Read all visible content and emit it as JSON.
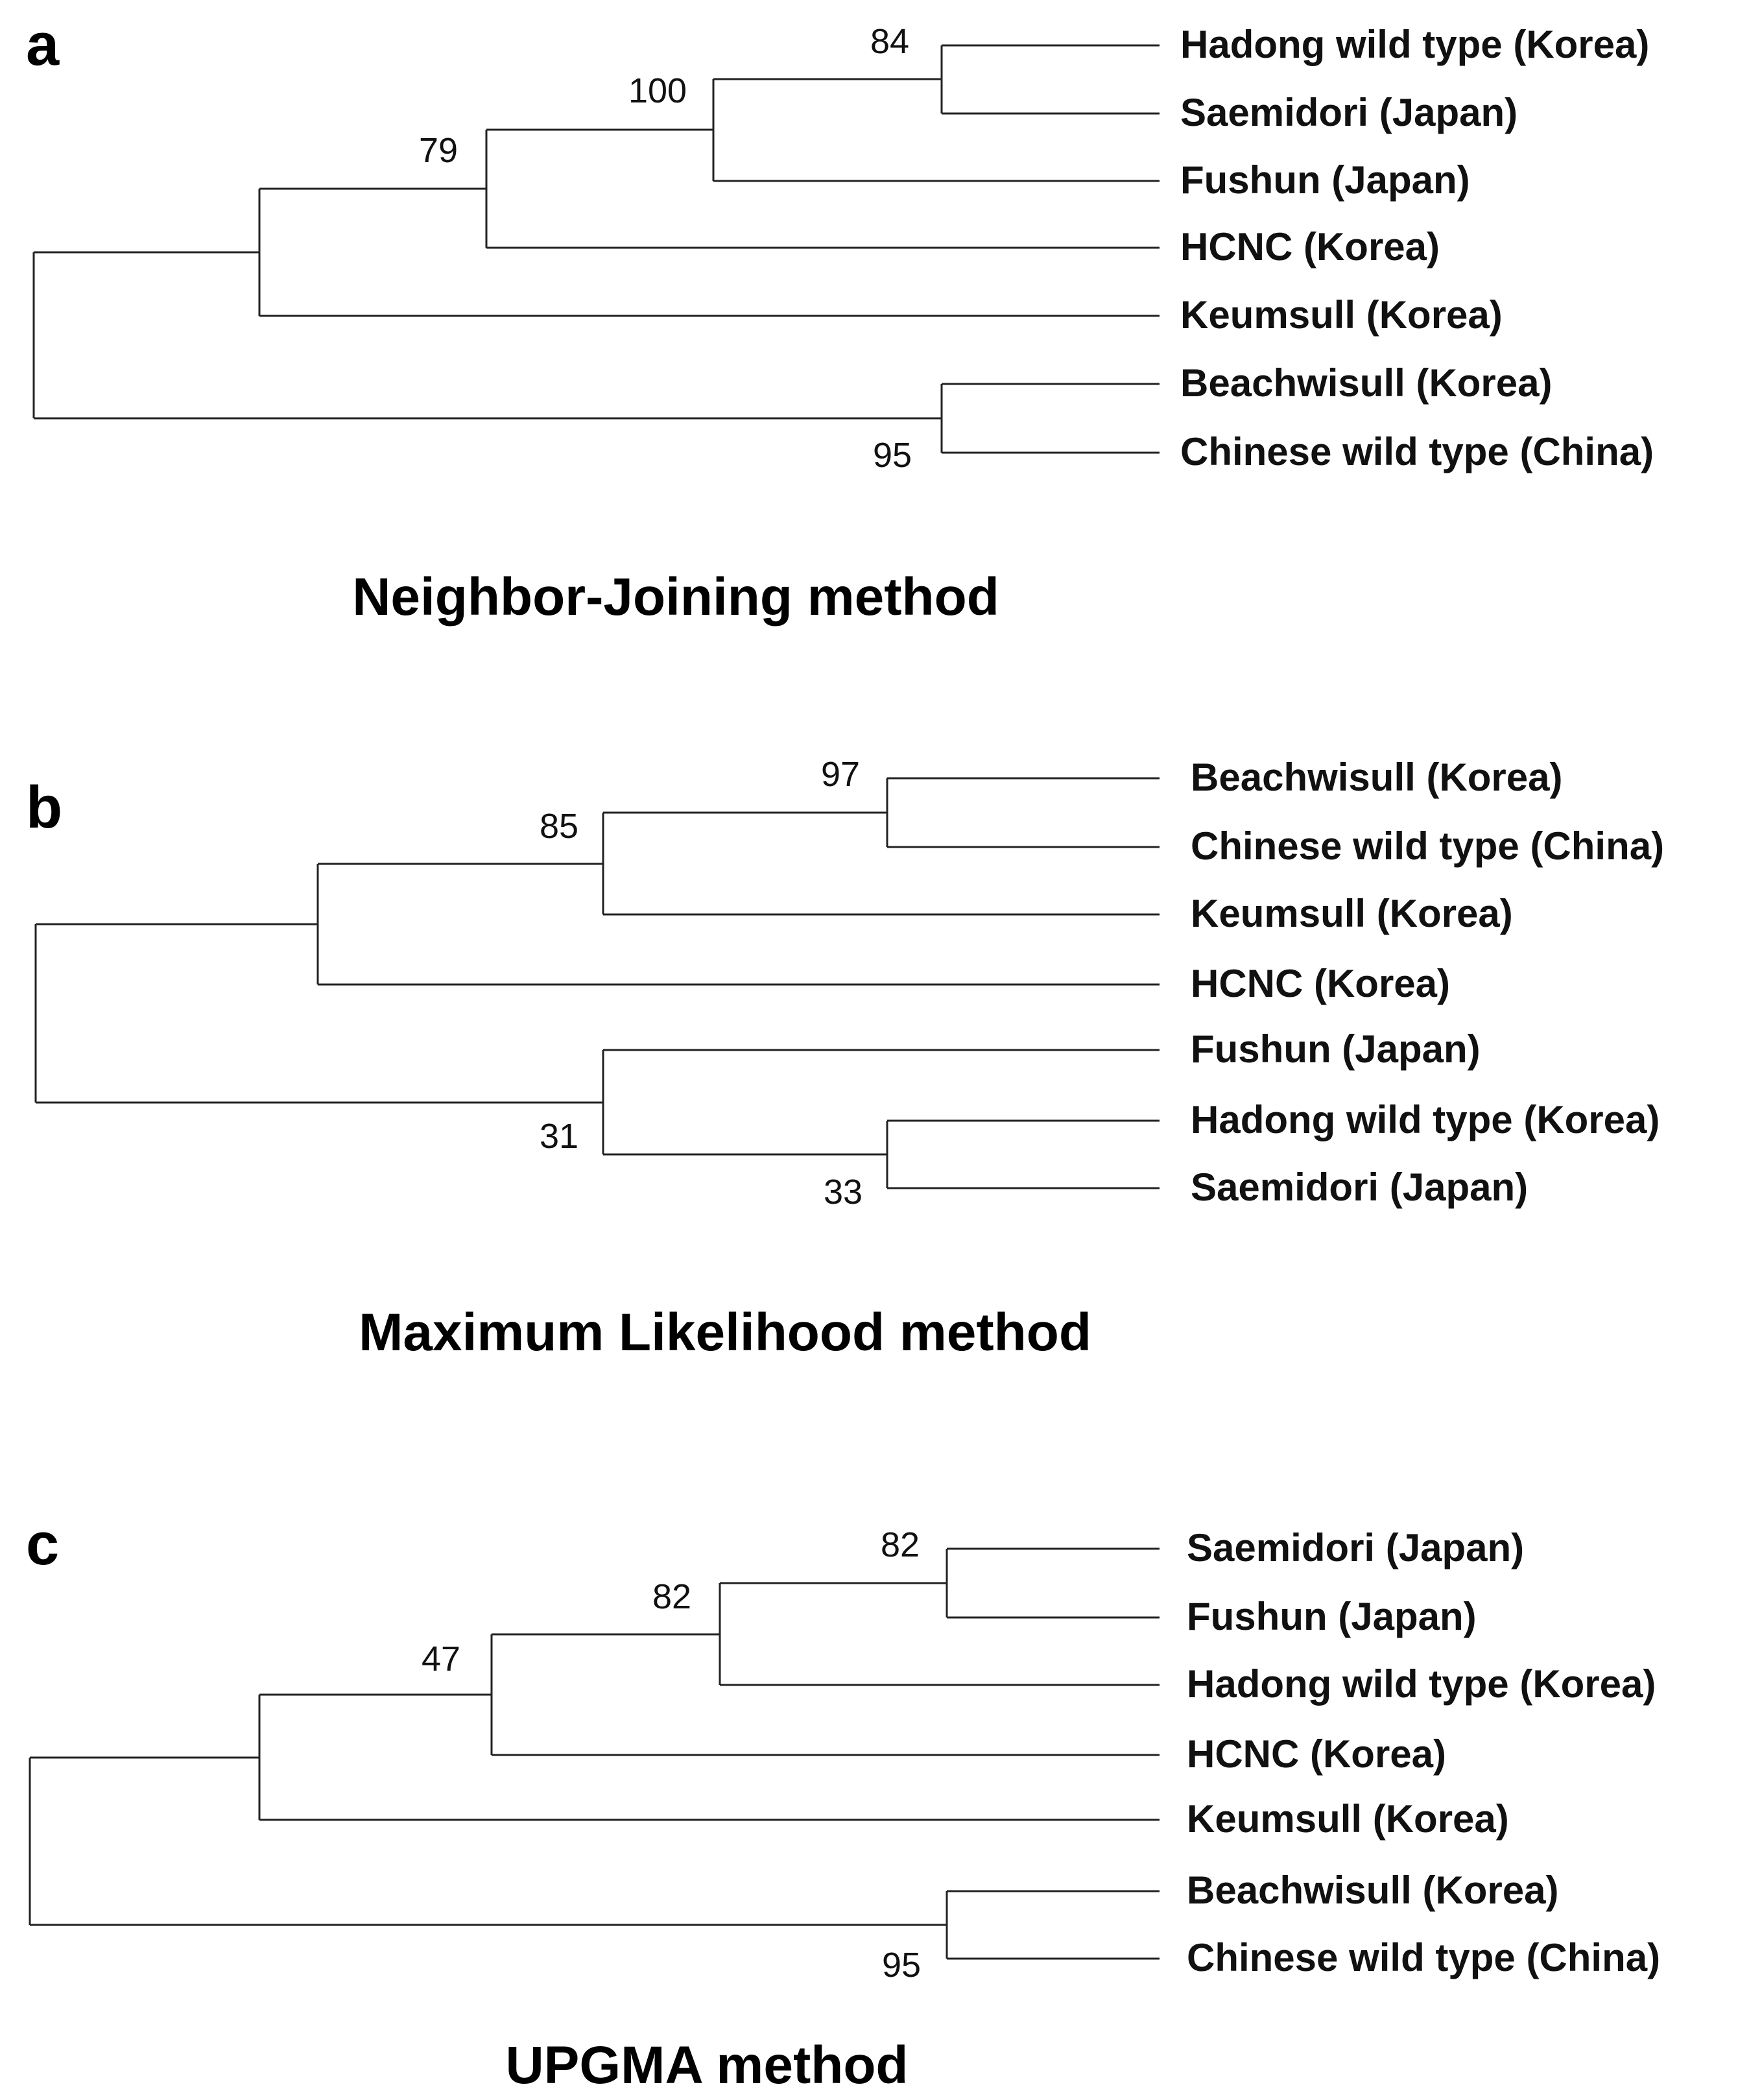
{
  "colors": {
    "line": "#222222",
    "text": "#111111",
    "highlight": "#ff0000"
  },
  "highlight_leaf": "HCNC (Korea)",
  "panels": [
    {
      "id": "a",
      "letter": "a",
      "title": "Neighbor-Joining method",
      "leaves": [
        "Hadong wild type (Korea)",
        "Saemidori (Japan)",
        "Fushun (Japan)",
        "HCNC (Korea)",
        "Keumsull (Korea)",
        "Beachwisull (Korea)",
        "Chinese wild type (China)"
      ],
      "bootstrap": [
        "84",
        "100",
        "79",
        "95"
      ]
    },
    {
      "id": "b",
      "letter": "b",
      "title": "Maximum Likelihood method",
      "leaves": [
        "Beachwisull (Korea)",
        "Chinese wild type (China)",
        "Keumsull (Korea)",
        "HCNC (Korea)",
        "Fushun (Japan)",
        "Hadong wild type (Korea)",
        "Saemidori (Japan)"
      ],
      "bootstrap": [
        "97",
        "85",
        "31",
        "33"
      ]
    },
    {
      "id": "c",
      "letter": "c",
      "title": "UPGMA method",
      "leaves": [
        "Saemidori (Japan)",
        "Fushun (Japan)",
        "Hadong wild type (Korea)",
        "HCNC (Korea)",
        "Keumsull (Korea)",
        "Beachwisull (Korea)",
        "Chinese wild type (China)"
      ],
      "bootstrap": [
        "82",
        "82",
        "47",
        "95"
      ]
    }
  ]
}
